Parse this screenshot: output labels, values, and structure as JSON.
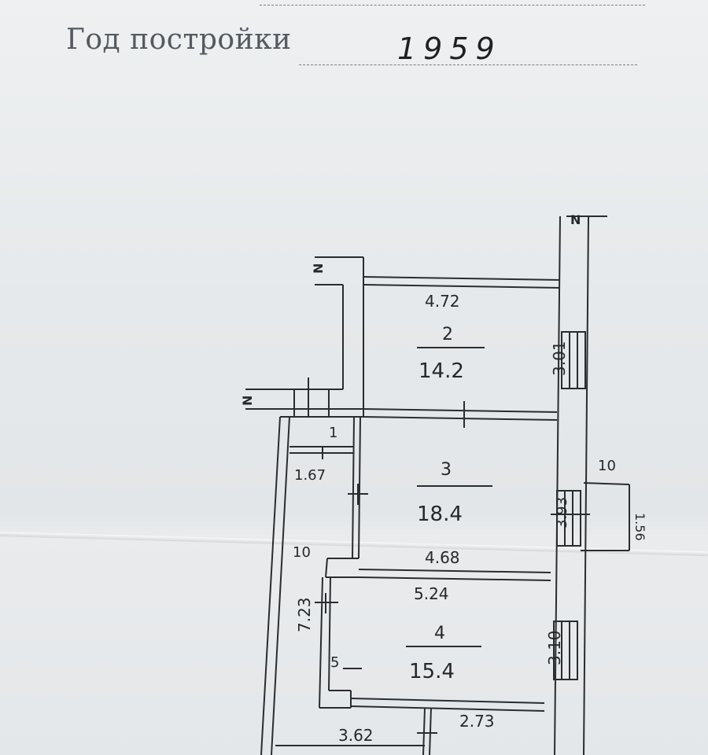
{
  "header": {
    "label": "Год постройки",
    "year": "1959"
  },
  "plan": {
    "north_marks": [
      "N",
      "N",
      "N"
    ],
    "rooms": [
      {
        "number": "1",
        "area": ""
      },
      {
        "number": "2",
        "area": "14.2"
      },
      {
        "number": "3",
        "area": "18.4"
      },
      {
        "number": "4",
        "area": "15.4"
      },
      {
        "number": "5",
        "area": ""
      }
    ],
    "dimensions": {
      "room2_width": "4.72",
      "room2_depth": "3.01",
      "room1_width": "1.67",
      "room3_width": "4.68",
      "room3_depth": "3.93",
      "room4_width": "5.24",
      "room4_depth": "3.10",
      "corridor_length": "7.23",
      "bottom_left": "3.62",
      "bottom_right": "2.73",
      "balcony_side": "1.56"
    },
    "wall_thickness_labels": [
      "10",
      "10"
    ]
  }
}
